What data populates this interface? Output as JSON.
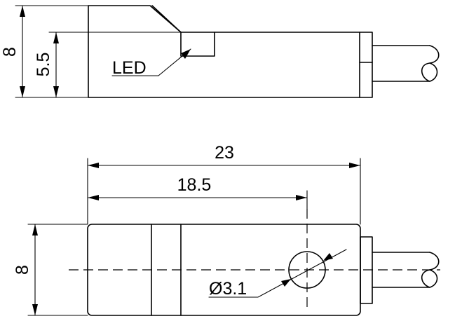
{
  "labels": {
    "top_height": "8",
    "top_led_height": "5.5",
    "led": "LED",
    "total_length": "23",
    "hole_position": "18.5",
    "bottom_height": "8",
    "hole_diameter": "Ø3.1"
  }
}
